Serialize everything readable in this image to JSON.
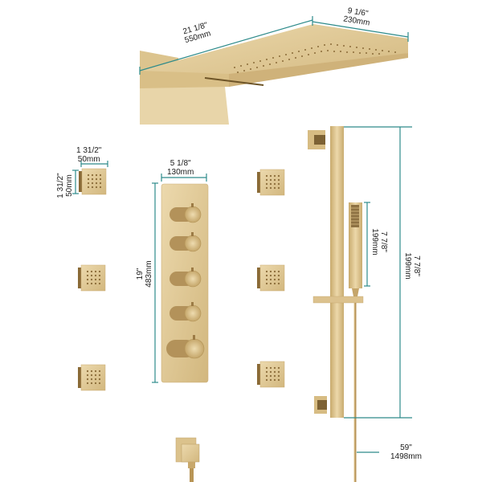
{
  "colors": {
    "dimension_line": "#2e8b8b",
    "brass_light": "#e8d3a4",
    "brass_mid": "#d7bd84",
    "brass_dark": "#a88850",
    "brass_shadow": "#7d6234",
    "background": "#ffffff"
  },
  "rain_head": {
    "length_in": "21 1/8\"",
    "length_mm": "550mm",
    "width_in": "9 1/6\"",
    "width_mm": "230mm"
  },
  "body_jet": {
    "width_in": "1 31/2\"",
    "width_mm": "50mm",
    "height_in": "1 31/2\"",
    "height_mm": "50mm",
    "count": 6
  },
  "valve_panel": {
    "width_in": "5 1/8\"",
    "width_mm": "130mm",
    "height_in": "19\"",
    "height_mm": "483mm",
    "handle_count": 5
  },
  "hand_shower": {
    "length_in": "7 7/8\"",
    "length_mm": "199mm"
  },
  "slide_bar": {
    "length_in": "7 7/8\"",
    "length_mm": "199mm"
  },
  "hose": {
    "length_in": "59\"",
    "length_mm": "1498mm"
  }
}
